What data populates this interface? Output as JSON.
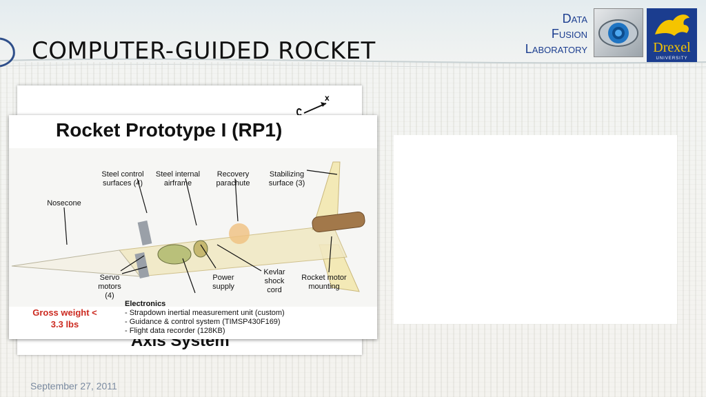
{
  "slide": {
    "title": "COMPUTER-GUIDED ROCKET",
    "date": "September 27, 2011"
  },
  "lab": {
    "line1": "Data",
    "line2": "Fusion",
    "line3": "Laboratory"
  },
  "university": {
    "name": "Drexel",
    "sub": "UNIVERSITY"
  },
  "back_figure": {
    "axis_x": "x",
    "caption": "Axis System"
  },
  "rocket": {
    "title": "Rocket Prototype I (RP1)",
    "labels": {
      "steel_control": "Steel control surfaces (4)",
      "steel_internal": "Steel internal airframe",
      "recovery": "Recovery parachute",
      "stabilizing": "Stabilizing surface (3)",
      "nosecone": "Nosecone",
      "servo": "Servo motors (4)",
      "power": "Power supply",
      "kevlar": "Kevlar shock cord",
      "motor_mount": "Rocket motor mounting"
    },
    "gross": "Gross weight < 3.3 lbs",
    "electronics": {
      "heading": "Electronics",
      "items": [
        "- Strapdown inertial measurement unit (custom)",
        "- Guidance & control system (TIMSP430F169)",
        "- Flight data recorder (128KB)"
      ]
    }
  },
  "colors": {
    "title": "#111111",
    "lab_text": "#1b3d8f",
    "gross": "#cc2a20",
    "date": "#7a8aa0"
  }
}
